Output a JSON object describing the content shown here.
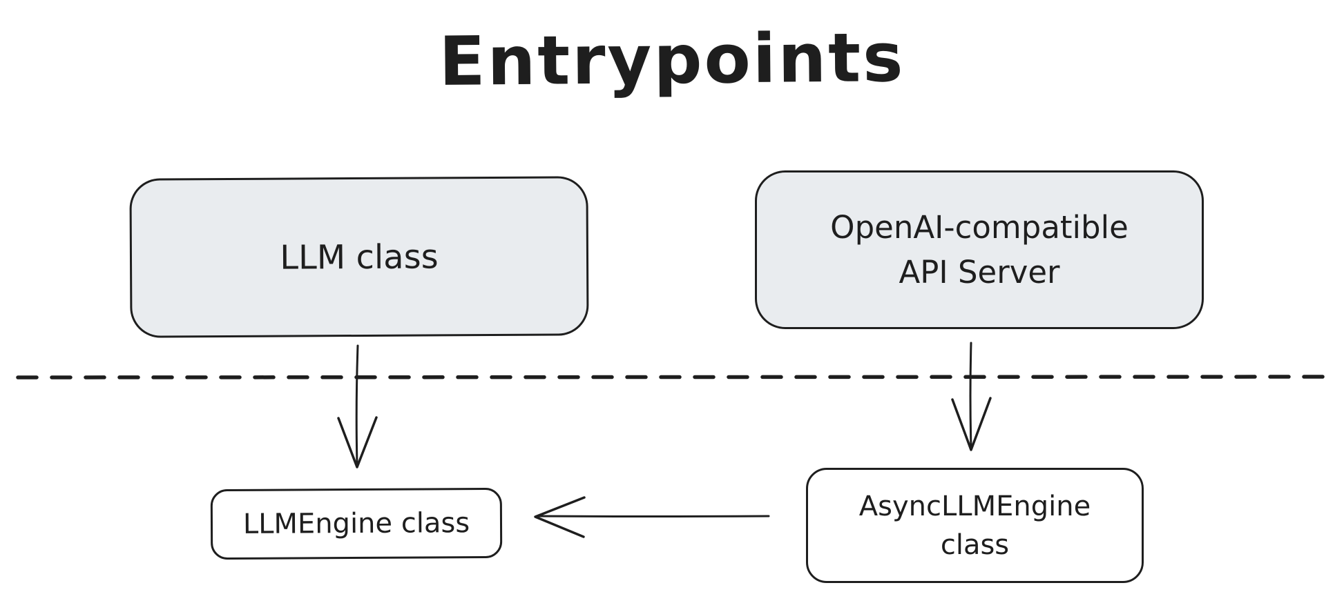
{
  "title": "Entrypoints",
  "colors": {
    "background": "#ffffff",
    "node_fill_gray": "#e9ecef",
    "node_fill_white": "#ffffff",
    "stroke": "#1e1e1e"
  },
  "nodes": {
    "llm": {
      "label": "LLM class",
      "fill": "gray"
    },
    "api_server": {
      "line1": "OpenAI-compatible",
      "line2": "API Server",
      "fill": "gray"
    },
    "llm_engine": {
      "label": "LLMEngine class",
      "fill": "white"
    },
    "async_llm_engine": {
      "line1": "AsyncLLMEngine",
      "line2": "class",
      "fill": "white"
    }
  },
  "edges": [
    {
      "from": "llm",
      "to": "llm_engine",
      "type": "arrow",
      "direction": "down"
    },
    {
      "from": "api_server",
      "to": "async_llm_engine",
      "type": "arrow",
      "direction": "down"
    },
    {
      "from": "async_llm_engine",
      "to": "llm_engine",
      "type": "arrow",
      "direction": "left"
    },
    {
      "type": "dashed-divider",
      "orientation": "horizontal"
    }
  ]
}
